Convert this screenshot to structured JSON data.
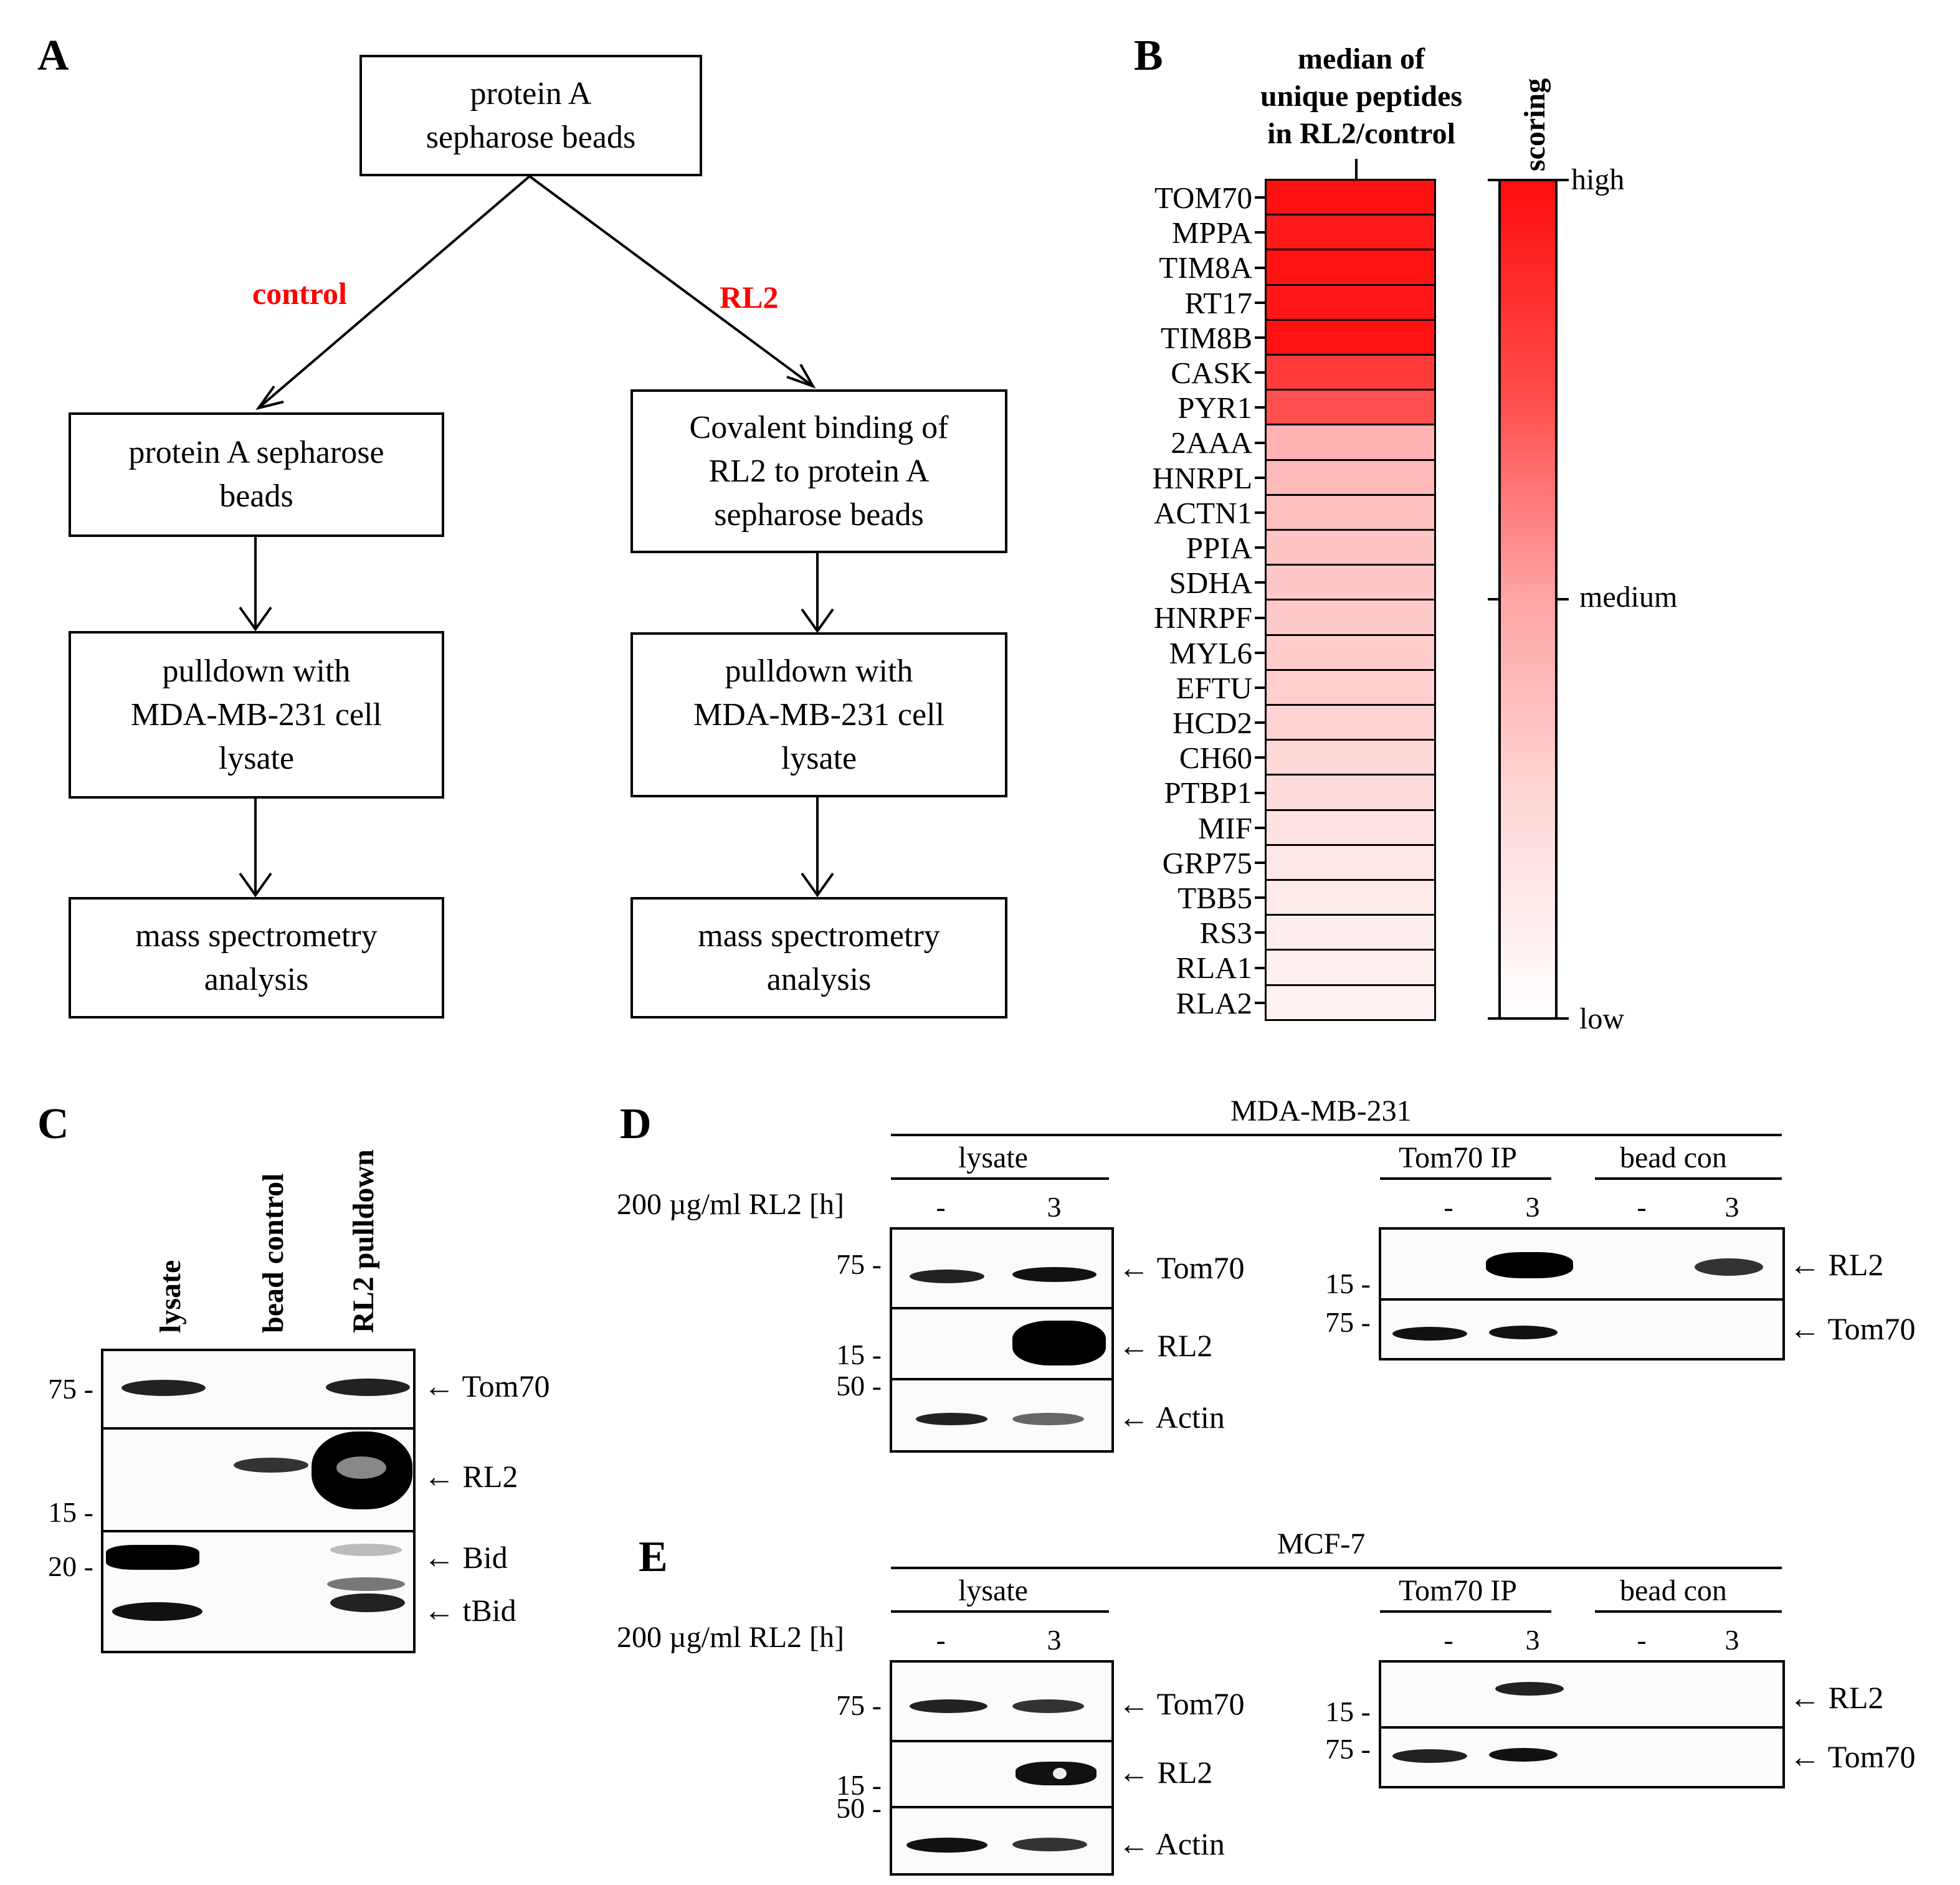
{
  "panels": {
    "A": "A",
    "B": "B",
    "C": "C",
    "D": "D",
    "E": "E"
  },
  "panelA": {
    "top_box": [
      "protein A",
      "sepharose beads"
    ],
    "branch_left": "control",
    "branch_right": "RL2",
    "left_box1": [
      "protein A sepharose",
      "beads"
    ],
    "right_box1": [
      "Covalent binding of",
      "RL2 to protein A",
      "sepharose beads"
    ],
    "box2": [
      "pulldown with",
      "MDA-MB-231 cell",
      "lysate"
    ],
    "box3": [
      "mass spectrometry",
      "analysis"
    ]
  },
  "panelB": {
    "heat_title": [
      "median of",
      "unique peptides",
      "in RL2/control"
    ],
    "scale_title": "scoring",
    "scale_labels": {
      "high": "high",
      "medium": "medium",
      "low": "low"
    },
    "proteins": [
      "TOM70",
      "MPPA",
      "TIM8A",
      "RT17",
      "TIM8B",
      "CASK",
      "PYR1",
      "2AAA",
      "HNRPL",
      "ACTN1",
      "PPIA",
      "SDHA",
      "HNRPF",
      "MYL6",
      "EFTU",
      "HCD2",
      "CH60",
      "PTBP1",
      "MIF",
      "GRP75",
      "TBB5",
      "RS3",
      "RLA1",
      "RLA2"
    ],
    "colors": [
      "#ff1111",
      "#ff1a1a",
      "#ff1414",
      "#ff1616",
      "#ff1212",
      "#ff3b3b",
      "#ff4f4f",
      "#ffb3b3",
      "#ffbaba",
      "#ffc0c0",
      "#ffc4c4",
      "#ffc7c7",
      "#ffcaca",
      "#ffcccc",
      "#ffcfcf",
      "#ffd3d3",
      "#ffd8d8",
      "#ffdcdc",
      "#ffe2e2",
      "#ffe7e7",
      "#ffeaea",
      "#ffeeee",
      "#fff0f0",
      "#fff2f2"
    ]
  },
  "panelC": {
    "lanes": [
      "lysate",
      "bead control",
      "RL2 pulldown"
    ],
    "mw": {
      "m75": "75 -",
      "m15": "15 -",
      "m20": "20 -"
    },
    "targets": [
      "Tom70",
      "RL2",
      "Bid",
      "tBid"
    ]
  },
  "panelD": {
    "cell_line": "MDA-MB-231",
    "lysate": "lysate",
    "ip": "Tom70 IP",
    "beadcon": "bead con",
    "treatment": "200 µg/ml RL2 [h]",
    "lanes": [
      "-",
      "3",
      "-",
      "3",
      "-",
      "3"
    ],
    "mw_left": {
      "m75": "75 -",
      "m15": "15 -",
      "m50": "50 -"
    },
    "mw_right": {
      "m15": "15 -",
      "m75": "75 -"
    },
    "targets_left": [
      "Tom70",
      "RL2",
      "Actin"
    ],
    "targets_right": [
      "RL2",
      "Tom70"
    ]
  },
  "panelE": {
    "cell_line": "MCF-7",
    "lysate": "lysate",
    "ip": "Tom70 IP",
    "beadcon": "bead con",
    "treatment": "200 µg/ml RL2 [h]",
    "lanes": [
      "-",
      "3",
      "-",
      "3",
      "-",
      "3"
    ],
    "mw_left": {
      "m75": "75 -",
      "m15": "15 -",
      "m50": "50 -"
    },
    "mw_right": {
      "m15": "15 -",
      "m75": "75 -"
    },
    "targets_left": [
      "Tom70",
      "RL2",
      "Actin"
    ],
    "targets_right": [
      "RL2",
      "Tom70"
    ]
  }
}
